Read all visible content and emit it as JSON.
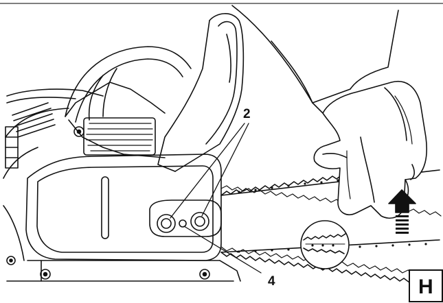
{
  "figure": {
    "callouts": [
      {
        "id": "2",
        "label": "2",
        "target": "bar-mounting-nuts"
      },
      {
        "id": "4",
        "label": "4",
        "target": "chain-tension-screw"
      }
    ],
    "panel_letter": "H",
    "colors": {
      "line": "#111111",
      "background": "#ffffff",
      "hatch": "#333333"
    }
  }
}
